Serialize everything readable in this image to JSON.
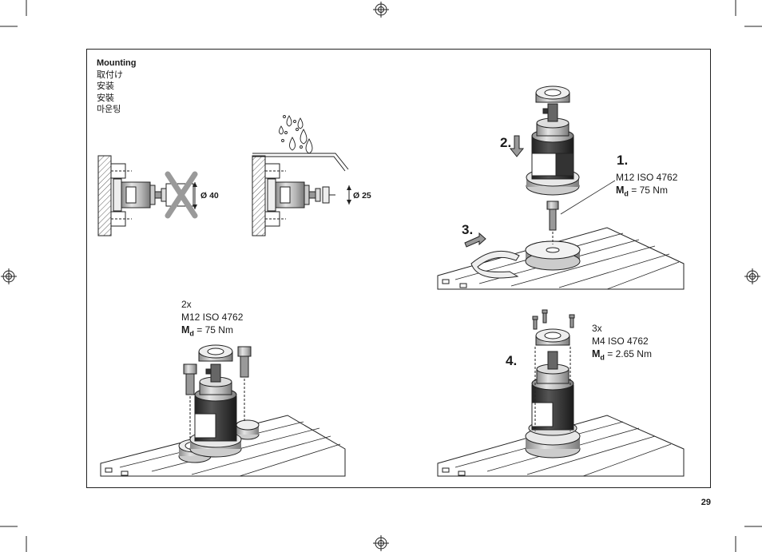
{
  "heading": {
    "lines": [
      "Mounting",
      "取付け",
      "安装",
      "安裝",
      "마운팅"
    ]
  },
  "diagram_top_left": {
    "dimension_label": "Ø 40"
  },
  "diagram_top_middle": {
    "dimension_label": "Ø 25"
  },
  "diagram_top_right": {
    "step1": "1.",
    "step2": "2.",
    "step3": "3.",
    "screw_spec": "M12 ISO 4762",
    "torque_symbol": "M",
    "torque_sub": "d",
    "torque_value": " = 75 Nm"
  },
  "diagram_bottom_left": {
    "count": "2x",
    "screw_spec": "M12 ISO 4762",
    "torque_symbol": "M",
    "torque_sub": "d",
    "torque_value": " = 75 Nm"
  },
  "diagram_bottom_right": {
    "step4": "4.",
    "count": "3x",
    "screw_spec": "M4 ISO 4762",
    "torque_symbol": "M",
    "torque_sub": "d",
    "torque_value": " = 2.65 Nm"
  },
  "page_number": "29"
}
